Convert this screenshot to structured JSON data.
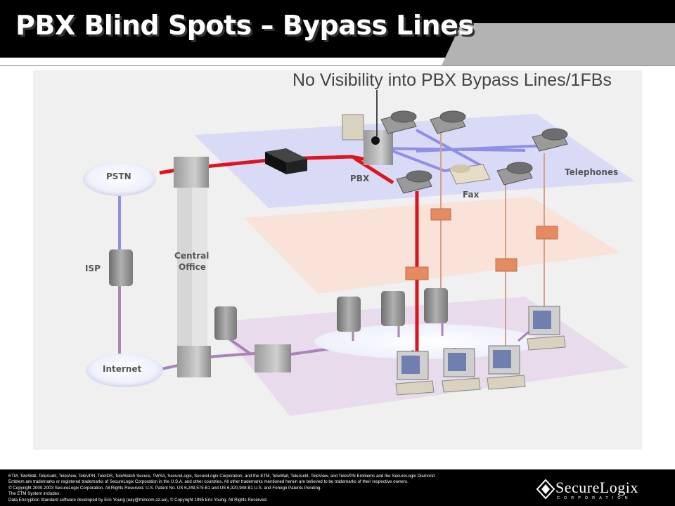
{
  "title": "PBX Blind Spots – Bypass Lines",
  "callout": "No Visibility into PBX Bypass Lines/1FBs",
  "labels": {
    "pstn": "PSTN",
    "pbx": "PBX",
    "telephones": "Telephones",
    "fax": "Fax",
    "central_office_1": "Central",
    "central_office_2": "Office",
    "isp": "ISP",
    "internet": "Internet"
  },
  "footer": {
    "legal_lines": [
      "ETM, TeleWall, TeleAudit, TeleView, TeleVPN, TeleIDS, TeleWatch Secure, TWSA, SecureLogix, SecureLogix Corporation, and the ETM, TeleWall, TeleAudit, TeleView, and TeleVPN Emblems and the SecureLogix Diamond",
      "Emblem are trademarks or registered trademarks of SecureLogix Corporation in the U.S.A. and other countries. All other trademarks mentioned herein are believed to be trademarks of their respective owners.",
      "© Copyright 2000-2003 SecureLogix Corporation. All Rights Reserved.  U.S. Patent No. US 6,249,575 B1 and US 6,320,948 B1  U.S. and Foreign Patents Pending.",
      "The ETM System includes:",
      "Data Encryption Standard software developed by Eric Young (eay@mincom.oz.au), © Copyright 1995 Eric Young.  All Rights Reserved."
    ],
    "logo_text": "SecureLogix",
    "logo_sub": "CORPORATION"
  },
  "colors": {
    "red_line": "#e0141e",
    "blue_line": "#8f8fe6",
    "purple_line": "#a884b8",
    "top_plane": "#d9dbf6",
    "mid_plane": "#f9e2d8",
    "bottom_plane": "#e8dcec"
  }
}
